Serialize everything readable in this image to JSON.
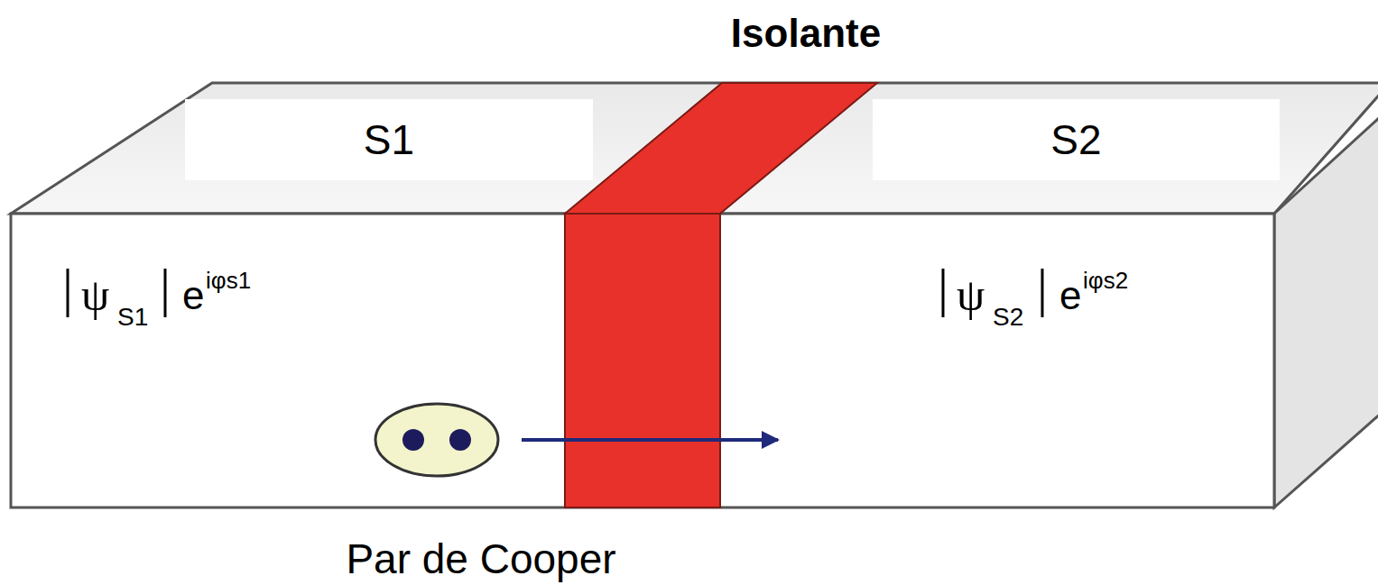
{
  "diagram": {
    "nodes": [
      {
        "text": [
          "S1"
        ]
      },
      {
        "text": [
          "S2"
        ]
      }
    ],
    "labels": [
      "Isolante",
      "ψ",
      "S1",
      "e",
      "iφs1",
      "ψ",
      "S2",
      "e",
      "iφs2",
      "Par de Cooper"
    ]
  }
}
